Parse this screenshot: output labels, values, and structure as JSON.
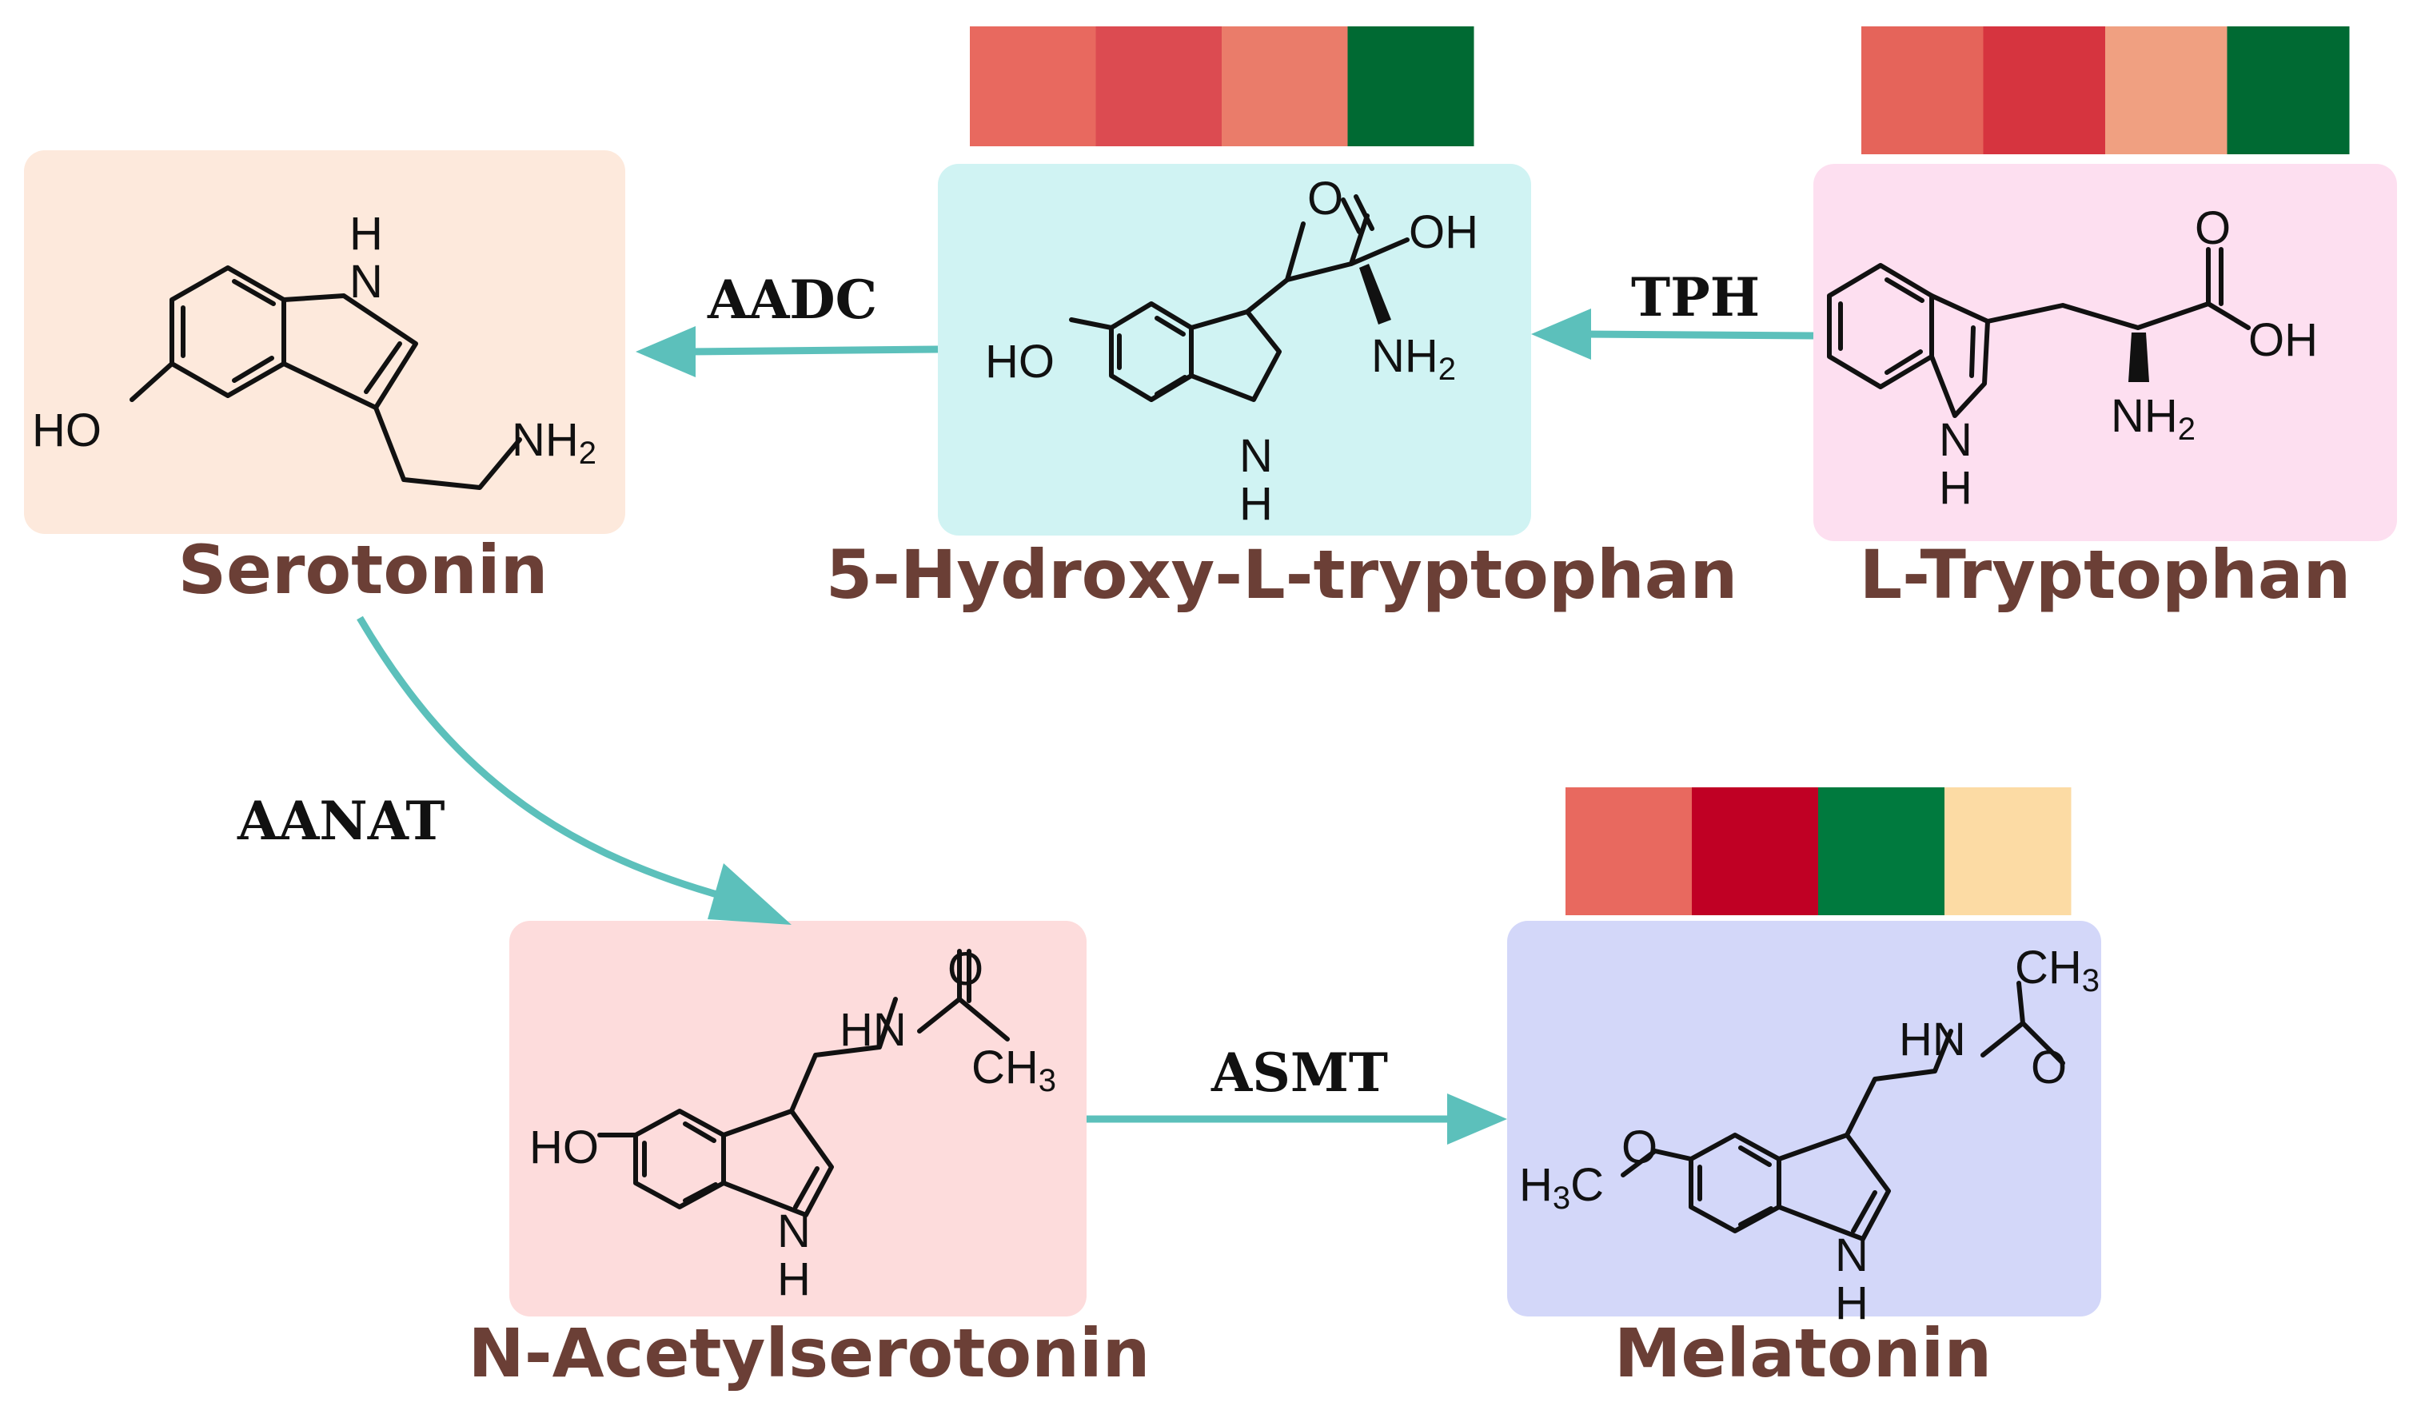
{
  "compounds": {
    "tryptophan": {
      "label": "L-Tryptophan",
      "box_color": "#fddff0",
      "atoms": {
        "carbonyl_o": "O",
        "oh": "OH",
        "amine": "NH",
        "amine_sub": "2",
        "ring_n": "N",
        "ring_h": "H"
      }
    },
    "htp": {
      "label": "5-Hydroxy-L-tryptophan",
      "box_color": "#d0f3f3",
      "atoms": {
        "carbonyl_o": "O",
        "oh": "OH",
        "ho": "HO",
        "amine": "NH",
        "amine_sub": "2",
        "ring_n": "N",
        "ring_h": "H"
      }
    },
    "serotonin": {
      "label": "Serotonin",
      "box_color": "#fde9dc",
      "atoms": {
        "ring_h": "H",
        "ring_n": "N",
        "ho": "HO",
        "amine": "NH",
        "amine_sub": "2"
      }
    },
    "nas": {
      "label": "N-Acetylserotonin",
      "box_color": "#fddcdc",
      "atoms": {
        "carbonyl_o": "O",
        "hn": "HN",
        "methyl": "CH",
        "methyl_sub": "3",
        "ho": "HO",
        "ring_n": "N",
        "ring_h": "H"
      }
    },
    "melatonin": {
      "label": "Melatonin",
      "box_color": "#d3d7f9",
      "atoms": {
        "methyl": "CH",
        "methyl_sub": "3",
        "hn": "HN",
        "carbonyl_o": "O",
        "methoxy_h": "H",
        "methoxy_sub": "3",
        "methoxy_c": "C",
        "methoxy_o": "O",
        "ring_n": "N",
        "ring_h": "H"
      }
    }
  },
  "enzymes": {
    "tph": "TPH",
    "aadc": "AADC",
    "aanat": "AANAT",
    "asmt": "ASMT"
  },
  "colors": {
    "arrow": "#5cc0bb",
    "label_text": "#6b3f36"
  },
  "heatmaps": {
    "tryptophan": [
      "#e5645a",
      "#d6343f",
      "#f0a081",
      "#006a33"
    ],
    "htp": [
      "#e8695f",
      "#dc4b51",
      "#ea7c6a",
      "#006a33"
    ],
    "melatonin": [
      "#e8695f",
      "#c00024",
      "#007a3e",
      "#fcdba4"
    ]
  }
}
